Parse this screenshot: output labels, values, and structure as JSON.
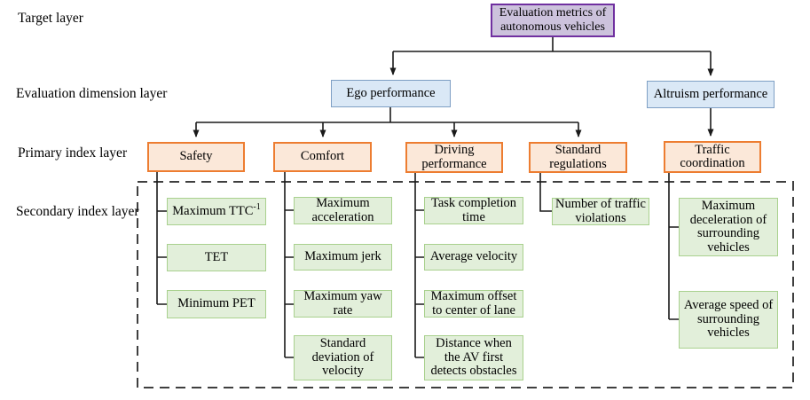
{
  "layer_labels": [
    "Target layer",
    "Evaluation dimension layer",
    "Primary index layer",
    "Secondary index layer"
  ],
  "nodes": {
    "root": {
      "label": "Evaluation metrics of autonomous vehicles"
    },
    "ego": {
      "label": "Ego performance"
    },
    "altruism": {
      "label": "Altruism performance"
    },
    "safety": {
      "label": "Safety"
    },
    "comfort": {
      "label": "Comfort"
    },
    "driving": {
      "label": "Driving performance"
    },
    "standard": {
      "label": "Standard regulations"
    },
    "traffic": {
      "label": "Traffic coordination"
    },
    "safety_children": [
      {
        "label": "Maximum TTC",
        "sup": "-1"
      },
      {
        "label": "TET"
      },
      {
        "label": "Minimum PET"
      }
    ],
    "comfort_children": [
      {
        "label": "Maximum acceleration"
      },
      {
        "label": "Maximum jerk"
      },
      {
        "label": "Maximum yaw rate"
      },
      {
        "label": "Standard deviation of velocity"
      }
    ],
    "driving_children": [
      {
        "label": "Task completion time"
      },
      {
        "label": "Average velocity"
      },
      {
        "label": "Maximum offset to center of lane"
      },
      {
        "label": "Distance when the AV first detects obstacles"
      }
    ],
    "standard_children": [
      {
        "label": "Number of traffic violations"
      }
    ],
    "traffic_children": [
      {
        "label": "Maximum deceleration of surrounding vehicles"
      },
      {
        "label": "Average speed of surrounding vehicles"
      }
    ]
  },
  "colors": {
    "target_border": "#7030A0",
    "target_fill": "#CCC2DC",
    "dimension_border": "#7E9FC4",
    "dimension_fill": "#DAE8F6",
    "primary_border": "#ED7D31",
    "primary_fill": "#FBE8D9",
    "secondary_border": "#A9D18E",
    "secondary_fill": "#E2EFDA",
    "connector": "#1A1A1A",
    "dashed_frame": "#3F3F3F"
  }
}
